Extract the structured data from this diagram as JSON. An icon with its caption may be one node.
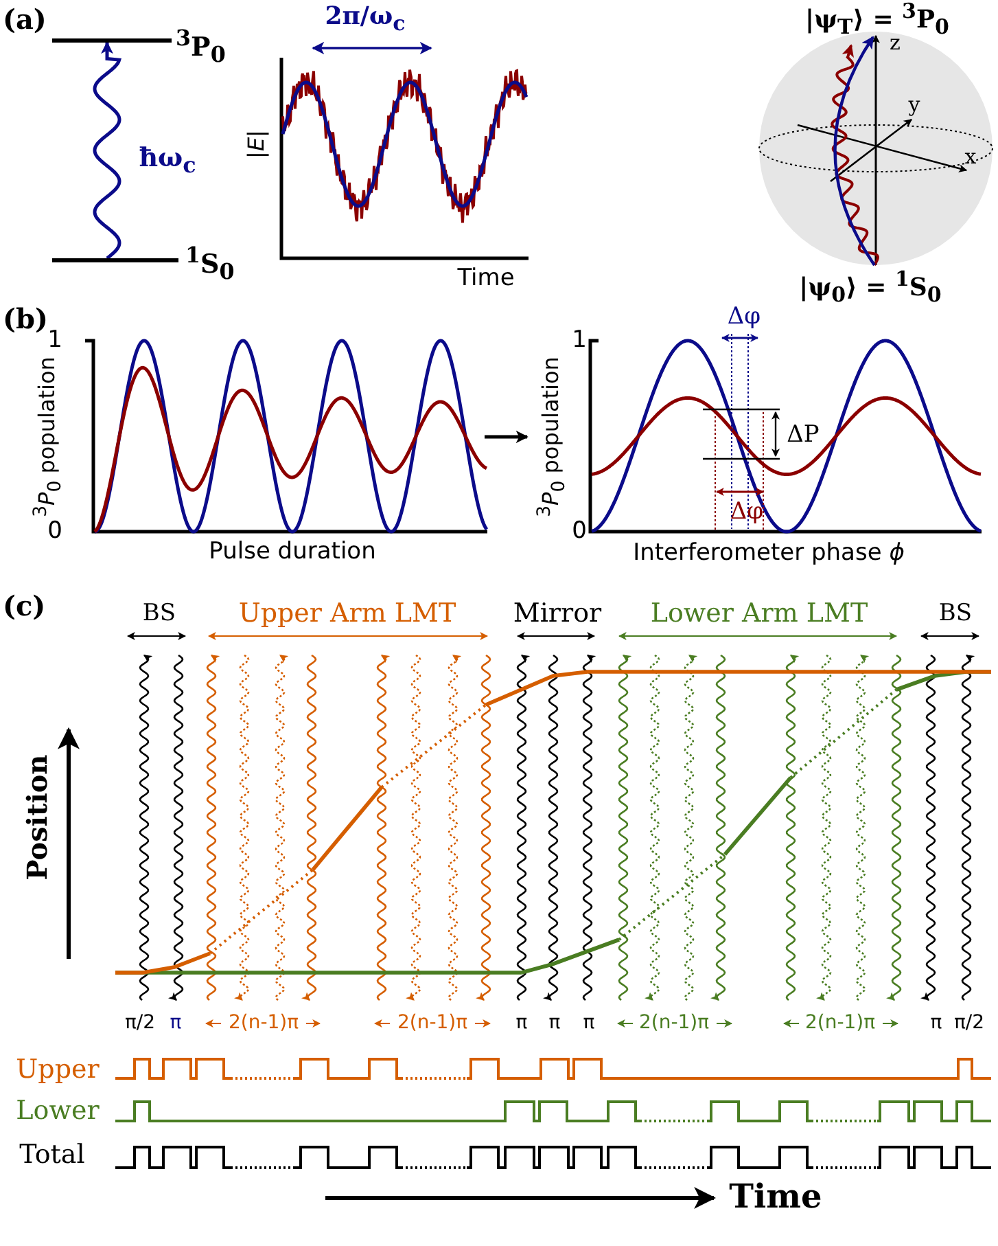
{
  "diagram": {
    "nodes": [
      {
        "text": [
          "$^{3}$P$_{0}$"
        ]
      },
      {
        "text": [
          "$^{1}$S$_{0}$"
        ]
      }
    ],
    "edges": [
      {
        "from": 1,
        "to": 0,
        "arrow": "to",
        "label": "ħω$_{c}$"
      }
    ],
    "labels": [
      "(a)",
      "2π/ω$_{c}$",
      "|*E*|",
      "Time",
      "|ψ$_{T}$⟩ = $^{3}$P$_{0}$",
      "z",
      "y",
      "x",
      "|ψ$_{0}$⟩ = $^{1}$S$_{0}$",
      "(b)",
      "1",
      "0",
      "$^{3}$*P*$_{0}$ population",
      "Pulse duration",
      "Δφ",
      "1",
      "ΔP",
      "$^{3}$*P*$_{0}$ population",
      "0",
      "Δφ",
      "Interferometer phase *ϕ*",
      "(c)",
      "BS",
      "Upper Arm LMT",
      "Mirror",
      "Lower Arm LMT",
      "BS",
      "Position",
      "π/2",
      "π",
      "2(n-1)π",
      "2(n-1)π",
      "π",
      "π",
      "π",
      "2(n-1)π",
      "2(n-1)π",
      "π",
      "π/2",
      "Upper",
      "Lower",
      "Total",
      "Time"
    ]
  }
}
